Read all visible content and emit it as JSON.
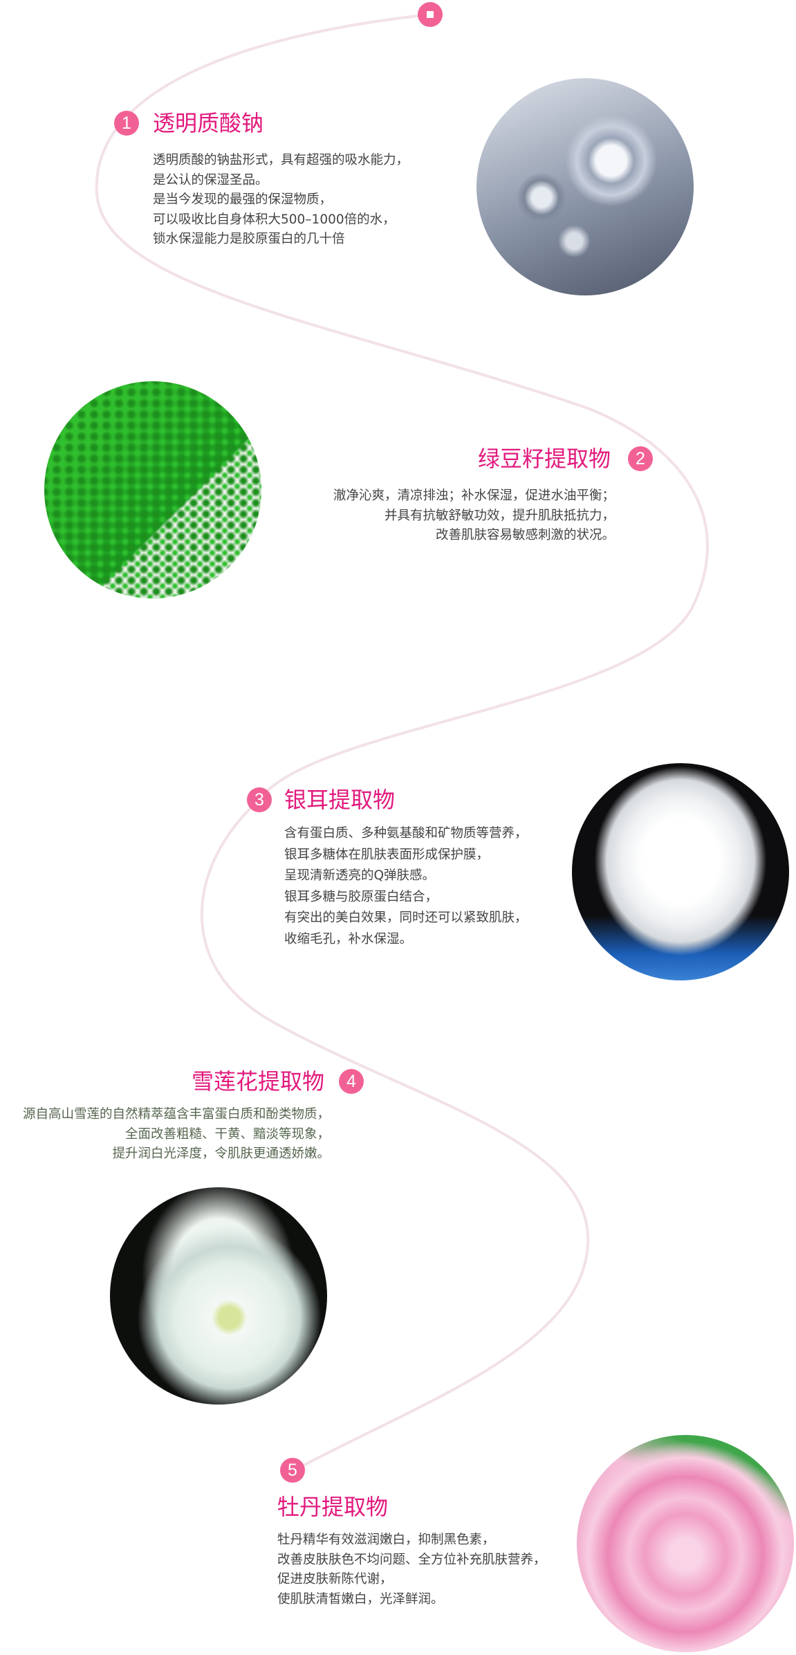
{
  "colors": {
    "accent": "#e2197d",
    "badge": "#f26196",
    "curve": "#f2e1e8",
    "text": "#444444",
    "text_alt": "#56664f"
  },
  "sections": [
    {
      "number": "1",
      "title": "透明质酸钠",
      "image": "water-drops",
      "lines": [
        "透明质酸的钠盐形式，具有超强的吸水能力，",
        "是公认的保湿圣品。",
        "是当今发现的最强的保湿物质，",
        "可以吸收比自身体积大500–1000倍的水，",
        "锁水保湿能力是胶原蛋白的几十倍"
      ]
    },
    {
      "number": "2",
      "title": "绿豆籽提取物",
      "image": "mung-beans",
      "lines": [
        "澈净沁爽，清凉排浊；补水保湿，促进水油平衡；",
        "并具有抗敏舒敏功效，提升肌肤抵抗力，",
        "改善肌肤容易敏感刺激的状况。"
      ]
    },
    {
      "number": "3",
      "title": "银耳提取物",
      "image": "white-fungus",
      "lines": [
        "含有蛋白质、多种氨基酸和矿物质等营养，",
        "银耳多糖体在肌肤表面形成保护膜，",
        "呈现清新透亮的Q弹肤感。",
        "银耳多糖与胶原蛋白结合，",
        "有突出的美白效果，同时还可以紧致肌肤，",
        "收缩毛孔，补水保湿。"
      ]
    },
    {
      "number": "4",
      "title": "雪莲花提取物",
      "image": "snow-lotus",
      "lines": [
        "源自高山雪莲的自然精萃蕴含丰富蛋白质和酚类物质，",
        "全面改善粗糙、干黄、黯淡等现象，",
        "提升润白光泽度，令肌肤更通透娇嫩。"
      ]
    },
    {
      "number": "5",
      "title": "牡丹提取物",
      "image": "peony",
      "lines": [
        "牡丹精华有效滋润嫩白，抑制黑色素，",
        "改善皮肤肤色不均问题、全方位补充肌肤营养，",
        "促进皮肤新陈代谢，",
        "使肌肤清皙嫩白，光泽鲜润。"
      ]
    }
  ]
}
